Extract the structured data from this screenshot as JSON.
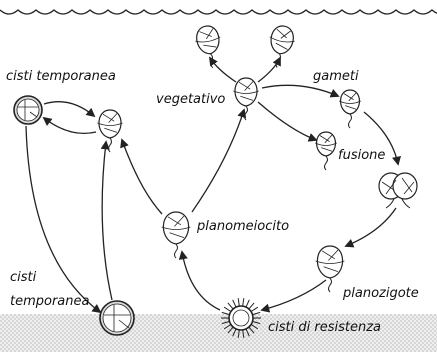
{
  "colors": {
    "ink": "#222222",
    "sediment_fill": "#efefef",
    "sediment_dots": "#9a9a9a",
    "cyst_fill": "#d9d9d9"
  },
  "labels": {
    "cisti_temporanea_top": "cisti temporanea",
    "vegetativo": "vegetativo",
    "gameti": "gameti",
    "fusione": "fusione",
    "planomeiocito": "planomeiocito",
    "cisti_line1": "cisti",
    "temporanea_line2": "temporanea",
    "planozigote": "planozigote",
    "cisti_di_resistenza": "cisti di resistenza"
  }
}
